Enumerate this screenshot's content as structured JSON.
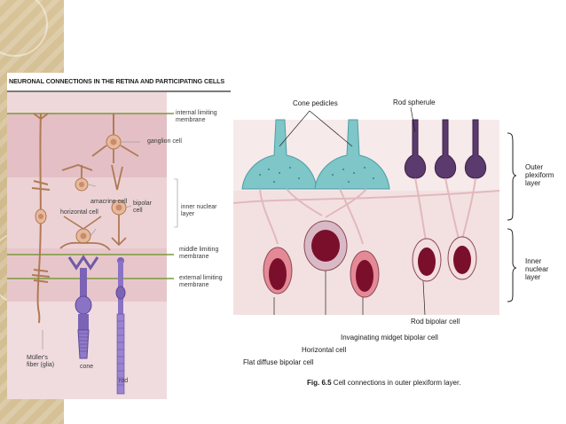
{
  "left_figure": {
    "title": "NEURONAL CONNECTIONS IN THE RETINA AND PARTICIPATING CELLS",
    "labels": {
      "internal_limiting": "internal limiting\nmembrane",
      "ganglion": "ganglion cell",
      "amacrine": "amacrine cell",
      "horizontal": "horizontal cell",
      "bipolar": "bipolar\ncell",
      "inner_nuclear": "inner nuclear\nlayer",
      "middle_limiting": "middle limiting\nmembrane",
      "external_limiting": "external limiting\nmembrane",
      "muller": "Müller's\nfiber (glia)",
      "cone": "cone",
      "rod": "rod"
    }
  },
  "right_figure": {
    "labels": {
      "cone_pedicles": "Cone pedicles",
      "rod_spherule": "Rod spherule",
      "outer_plexiform": "Outer\nplexiform\nlayer",
      "inner_nuclear": "Inner\nnuclear\nlayer",
      "rod_bipolar": "Rod bipolar cell",
      "invaginating": "Invaginating midget bipolar cell",
      "horizontal": "Horizontal cell",
      "flat_diffuse": "Flat diffuse bipolar cell"
    },
    "caption": {
      "fig_number": "Fig. 6.5",
      "text": "Cell connections in outer plexiform layer."
    }
  }
}
